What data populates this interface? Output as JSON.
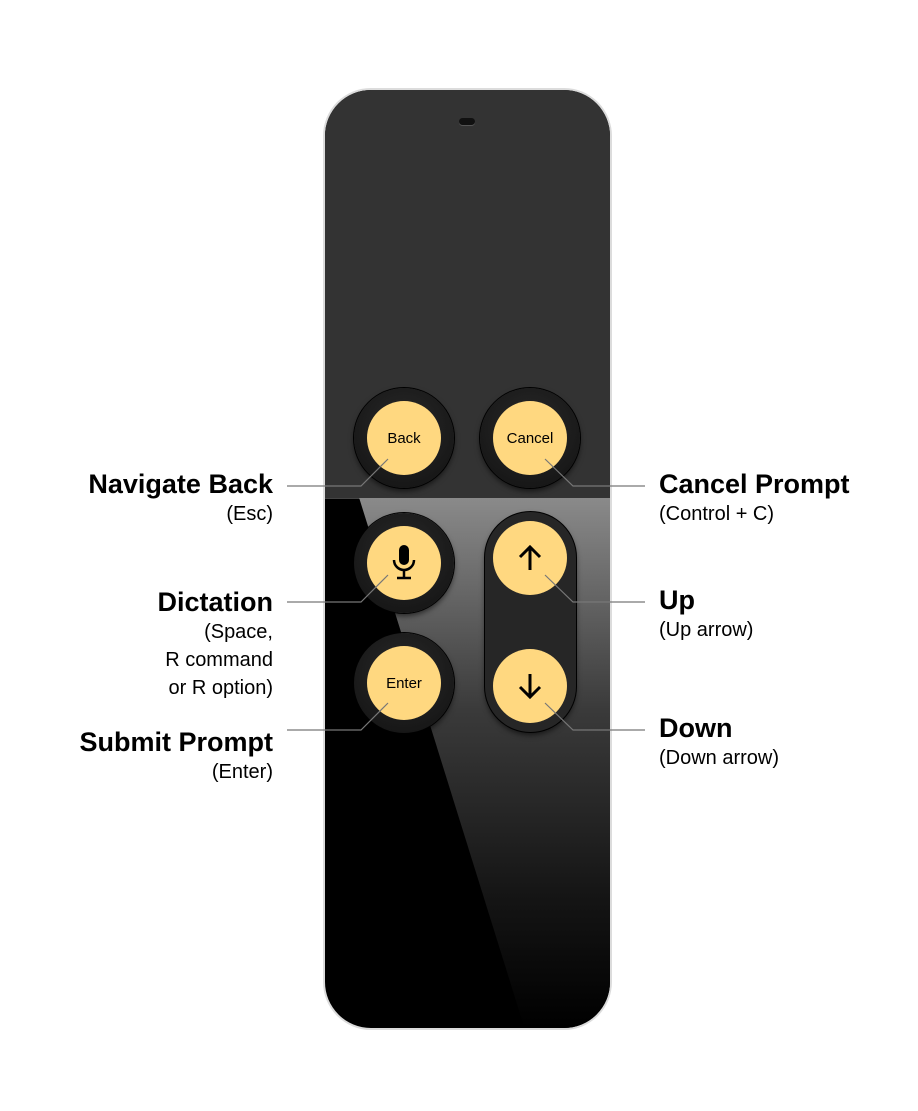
{
  "remote": {
    "buttons": {
      "back": "Back",
      "cancel": "Cancel",
      "dictation_icon": "microphone-icon",
      "enter": "Enter",
      "up_icon": "arrow-up-icon",
      "down_icon": "arrow-down-icon"
    },
    "button_color": "#ffd880"
  },
  "labels": {
    "navigate_back": {
      "title": "Navigate Back",
      "sub": [
        "(Esc)"
      ]
    },
    "dictation": {
      "title": "Dictation",
      "sub": [
        "(Space,",
        "R command",
        "or R option)"
      ]
    },
    "submit_prompt": {
      "title": "Submit Prompt",
      "sub": [
        "(Enter)"
      ]
    },
    "cancel_prompt": {
      "title": "Cancel Prompt",
      "sub": [
        "(Control + C)"
      ]
    },
    "up": {
      "title": "Up",
      "sub": [
        "(Up arrow)"
      ]
    },
    "down": {
      "title": "Down",
      "sub": [
        "(Down arrow)"
      ]
    }
  }
}
